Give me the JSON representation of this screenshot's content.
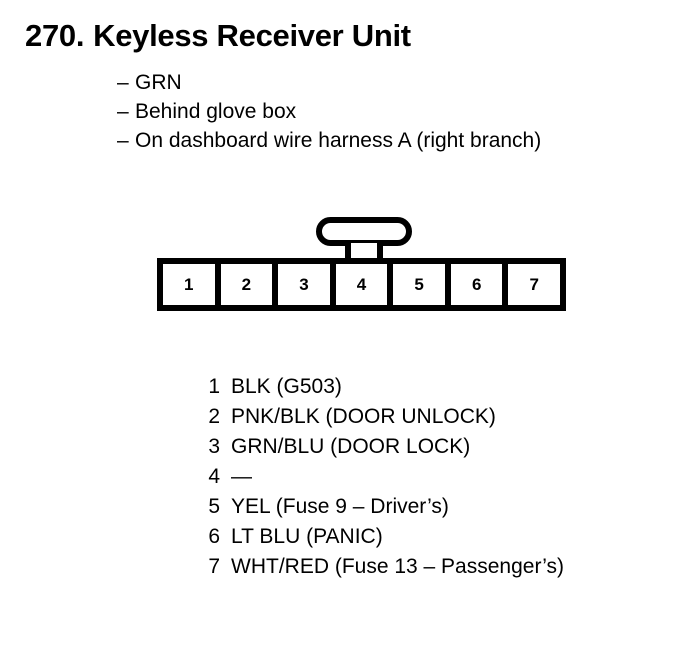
{
  "title": {
    "number": "270.",
    "name": "Keyless Receiver Unit"
  },
  "notes": {
    "dash": "–",
    "items": [
      "GRN",
      "Behind glove box",
      "On dashboard wire harness A (right branch)"
    ]
  },
  "connector": {
    "pin_count": 7,
    "pins": [
      "1",
      "2",
      "3",
      "4",
      "5",
      "6",
      "7"
    ],
    "latch_position_pin": "4"
  },
  "pin_list": [
    {
      "num": "1",
      "desc": "BLK (G503)"
    },
    {
      "num": "2",
      "desc": "PNK/BLK (DOOR UNLOCK)"
    },
    {
      "num": "3",
      "desc": "GRN/BLU (DOOR LOCK)"
    },
    {
      "num": "4",
      "desc": "—"
    },
    {
      "num": "5",
      "desc": "YEL (Fuse 9 – Driver’s)"
    },
    {
      "num": "6",
      "desc": "LT BLU (PANIC)"
    },
    {
      "num": "7",
      "desc": "WHT/RED (Fuse 13 – Passenger’s)"
    }
  ],
  "colors": {
    "ink": "#000000",
    "background": "#ffffff"
  }
}
